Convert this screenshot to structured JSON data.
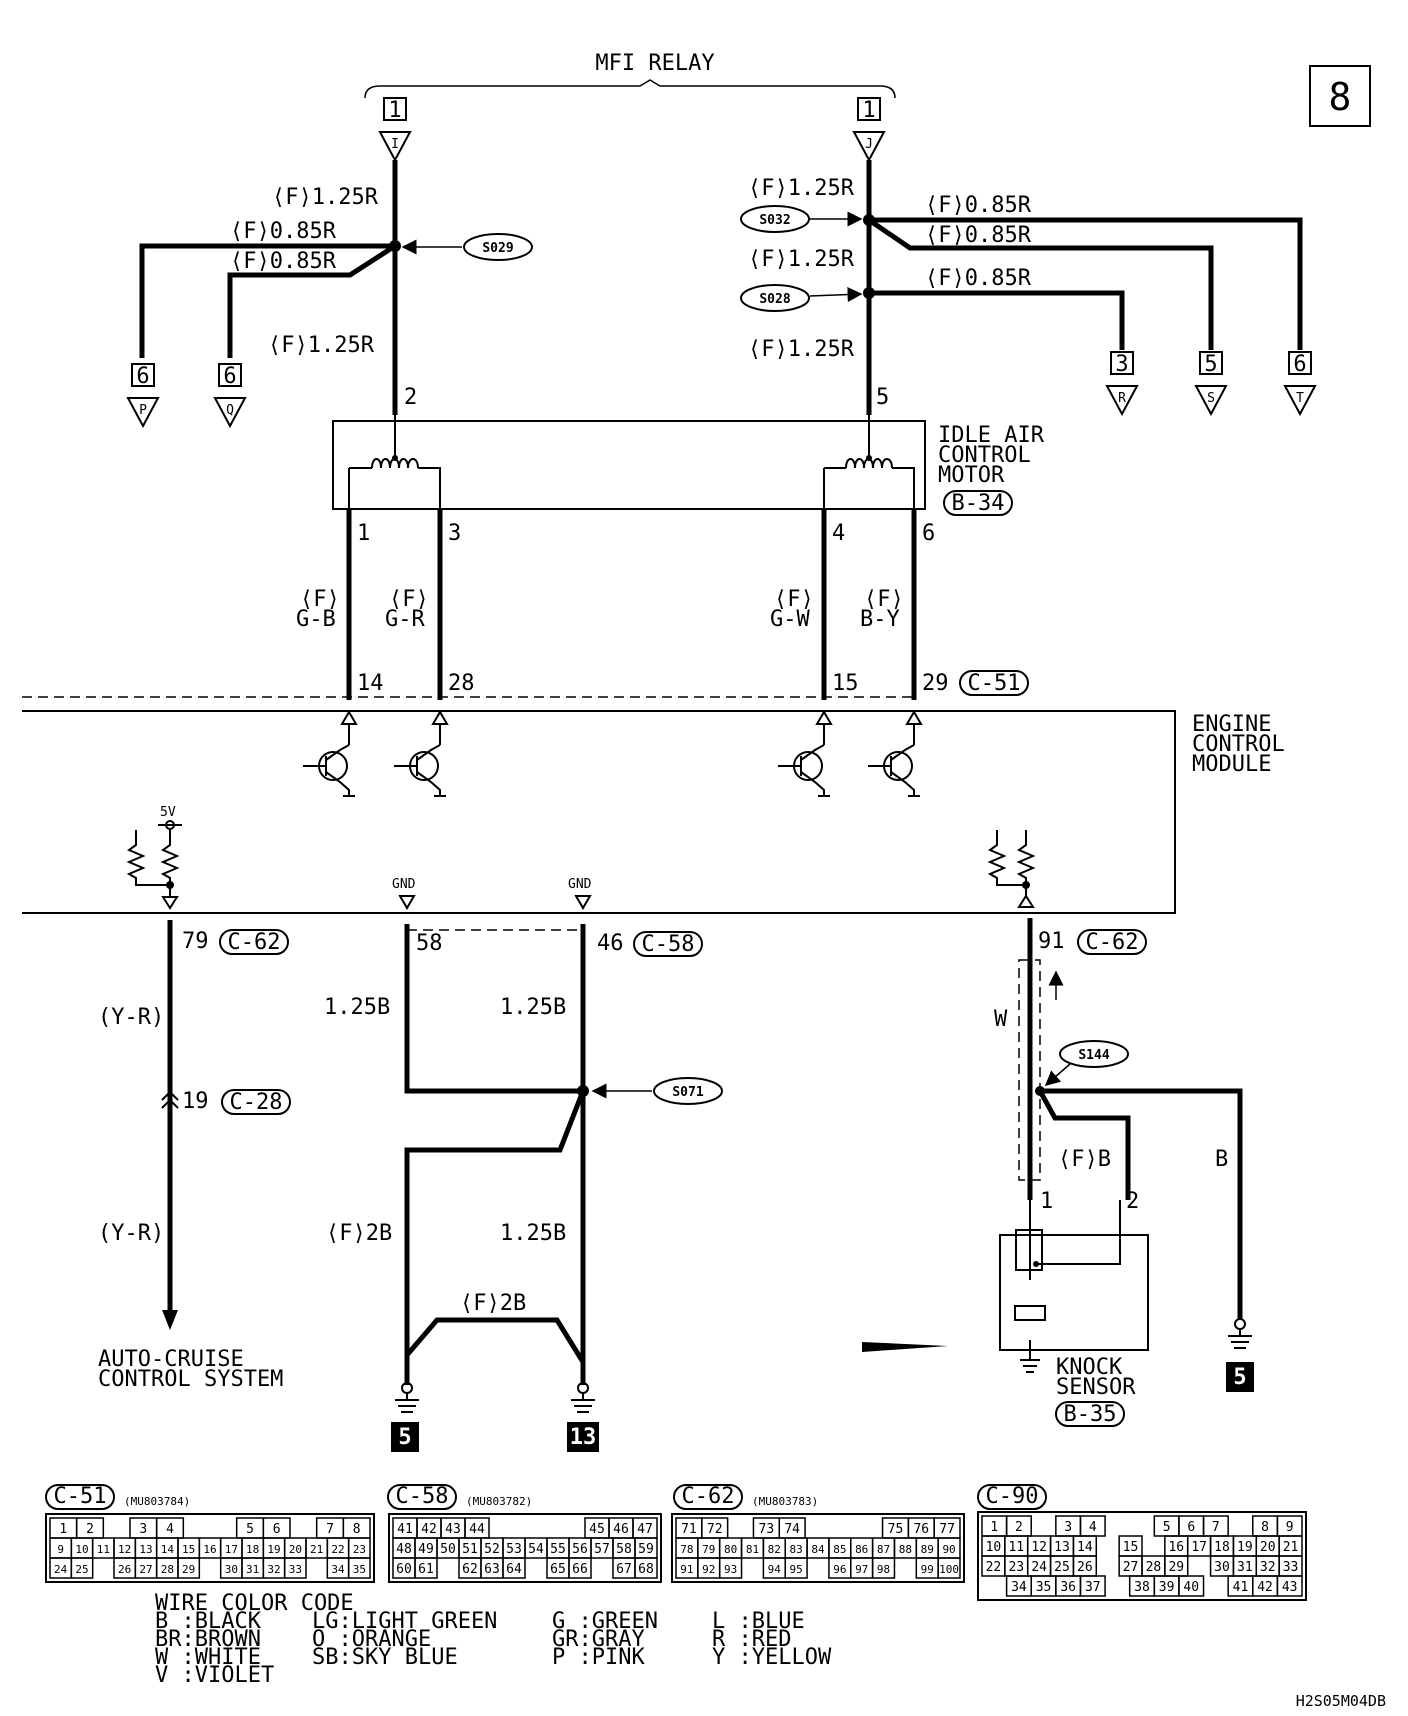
{
  "page_number": "8",
  "mfi_relay": {
    "title": "MFI RELAY",
    "left_pin": "1",
    "left_tag": "I",
    "right_pin": "1",
    "right_tag": "J"
  },
  "splices": {
    "s029": "S029",
    "s032": "S032",
    "s028": "S028",
    "s071": "S071",
    "s144": "S144"
  },
  "relay_wires": {
    "l_main_top": "⟨F⟩1.25R",
    "l_branch1": "⟨F⟩0.85R",
    "l_branch2": "⟨F⟩0.85R",
    "l_main_bottom": "⟨F⟩1.25R",
    "r_main_top": "⟨F⟩1.25R",
    "r_b1": "⟨F⟩0.85R",
    "r_b2": "⟨F⟩0.85R",
    "r_mid": "⟨F⟩1.25R",
    "r_b3": "⟨F⟩0.85R",
    "r_main_bottom": "⟨F⟩1.25R"
  },
  "connectors": [
    {
      "page": "6",
      "tag": "P"
    },
    {
      "page": "6",
      "tag": "Q"
    },
    {
      "page": "3",
      "tag": "R"
    },
    {
      "page": "5",
      "tag": "S"
    },
    {
      "page": "6",
      "tag": "T"
    }
  ],
  "iac_motor": {
    "name_l1": "IDLE AIR",
    "name_l2": "CONTROL",
    "name_l3": "MOTOR",
    "connector": "B-34",
    "pin_in_left": "2",
    "pin_in_right": "5",
    "pins_out": [
      "1",
      "3",
      "4",
      "6"
    ]
  },
  "ecm_wires": [
    {
      "f": "⟨F⟩",
      "color": "G-B",
      "ecm_pin": "14"
    },
    {
      "f": "⟨F⟩",
      "color": "G-R",
      "ecm_pin": "28"
    },
    {
      "f": "⟨F⟩",
      "color": "G-W",
      "ecm_pin": "15"
    },
    {
      "f": "⟨F⟩",
      "color": "B-Y",
      "ecm_pin": "29"
    }
  ],
  "ecm": {
    "name_l1": "ENGINE",
    "name_l2": "CONTROL",
    "name_l3": "MODULE",
    "connector_c51": "C-51",
    "v5": "5V",
    "gnd": "GND"
  },
  "lower": {
    "pin79": "79",
    "c62a": "C-62",
    "yr_top": "(Y-R)",
    "pin19": "19",
    "c28": "C-28",
    "yr_bottom": "(Y-R)",
    "cruise_l1": "AUTO-CRUISE",
    "cruise_l2": "CONTROL SYSTEM",
    "pin58": "58",
    "pin46": "46",
    "c58": "C-58",
    "w58": "1.25B",
    "w46": "1.25B",
    "f2b_left": "⟨F⟩2B",
    "w125_low": "1.25B",
    "f2b_bottom": "⟨F⟩2B",
    "ground_left": "5",
    "ground_mid": "13",
    "pin91": "91",
    "c62b": "C-62",
    "w_label": "W",
    "fb_label": "⟨F⟩B",
    "b_label": "B",
    "ks_pin1": "1",
    "ks_pin2": "2",
    "ground_right": "5",
    "ks_l1": "KNOCK",
    "ks_l2": "SENSOR",
    "ks_conn": "B-35"
  },
  "connector_views": [
    {
      "name": "C-51",
      "part": "(MU803784)",
      "rows": [
        [
          "1",
          "2",
          "",
          "3",
          "4",
          "",
          "",
          "5",
          "6",
          "",
          "7",
          "8"
        ],
        [
          "9",
          "10",
          "11",
          "12",
          "13",
          "14",
          "15",
          "16",
          "17",
          "18",
          "19",
          "20",
          "21",
          "22",
          "23"
        ],
        [
          "24",
          "25",
          "",
          "26",
          "27",
          "28",
          "29",
          "",
          "30",
          "31",
          "32",
          "33",
          "",
          "34",
          "35"
        ]
      ]
    },
    {
      "name": "C-58",
      "part": "(MU803782)",
      "rows": [
        [
          "41",
          "42",
          "43",
          "44",
          "",
          "",
          "",
          "",
          "45",
          "46",
          "47"
        ],
        [
          "48",
          "49",
          "50",
          "51",
          "52",
          "53",
          "54",
          "55",
          "56",
          "57",
          "58",
          "59"
        ],
        [
          "60",
          "61",
          "",
          "62",
          "63",
          "64",
          "",
          "65",
          "66",
          "",
          "67",
          "68"
        ]
      ]
    },
    {
      "name": "C-62",
      "part": "(MU803783)",
      "rows": [
        [
          "71",
          "72",
          "",
          "73",
          "74",
          "",
          "",
          "",
          "75",
          "76",
          "77"
        ],
        [
          "78",
          "79",
          "80",
          "81",
          "82",
          "83",
          "84",
          "85",
          "86",
          "87",
          "88",
          "89",
          "90"
        ],
        [
          "91",
          "92",
          "93",
          "",
          "94",
          "95",
          "",
          "96",
          "97",
          "98",
          "",
          "99",
          "100"
        ]
      ]
    },
    {
      "name": "C-90",
      "part": "",
      "rows": [
        [
          "1",
          "2",
          "",
          "3",
          "4",
          "",
          "",
          "5",
          "6",
          "7",
          "",
          "8",
          "9"
        ],
        [
          "10",
          "11",
          "12",
          "13",
          "14",
          "",
          "15",
          "",
          "16",
          "17",
          "18",
          "19",
          "20",
          "21"
        ],
        [
          "22",
          "23",
          "24",
          "25",
          "26",
          "",
          "27",
          "28",
          "29",
          "",
          "30",
          "31",
          "32",
          "33"
        ],
        [
          "",
          "34",
          "35",
          "36",
          "37",
          "",
          "38",
          "39",
          "40",
          "",
          "41",
          "42",
          "43"
        ]
      ]
    }
  ],
  "color_code": {
    "title": "WIRE COLOR CODE",
    "col1": [
      "B :BLACK",
      "BR:BROWN",
      "W :WHITE",
      "V :VIOLET"
    ],
    "col2": [
      "LG:LIGHT GREEN",
      "O :ORANGE",
      "SB:SKY BLUE"
    ],
    "col3": [
      "G :GREEN",
      "GR:GRAY",
      "P :PINK"
    ],
    "col4": [
      "L :BLUE",
      "R :RED",
      "Y :YELLOW"
    ]
  },
  "drawing_id": "H2S05M04DB"
}
